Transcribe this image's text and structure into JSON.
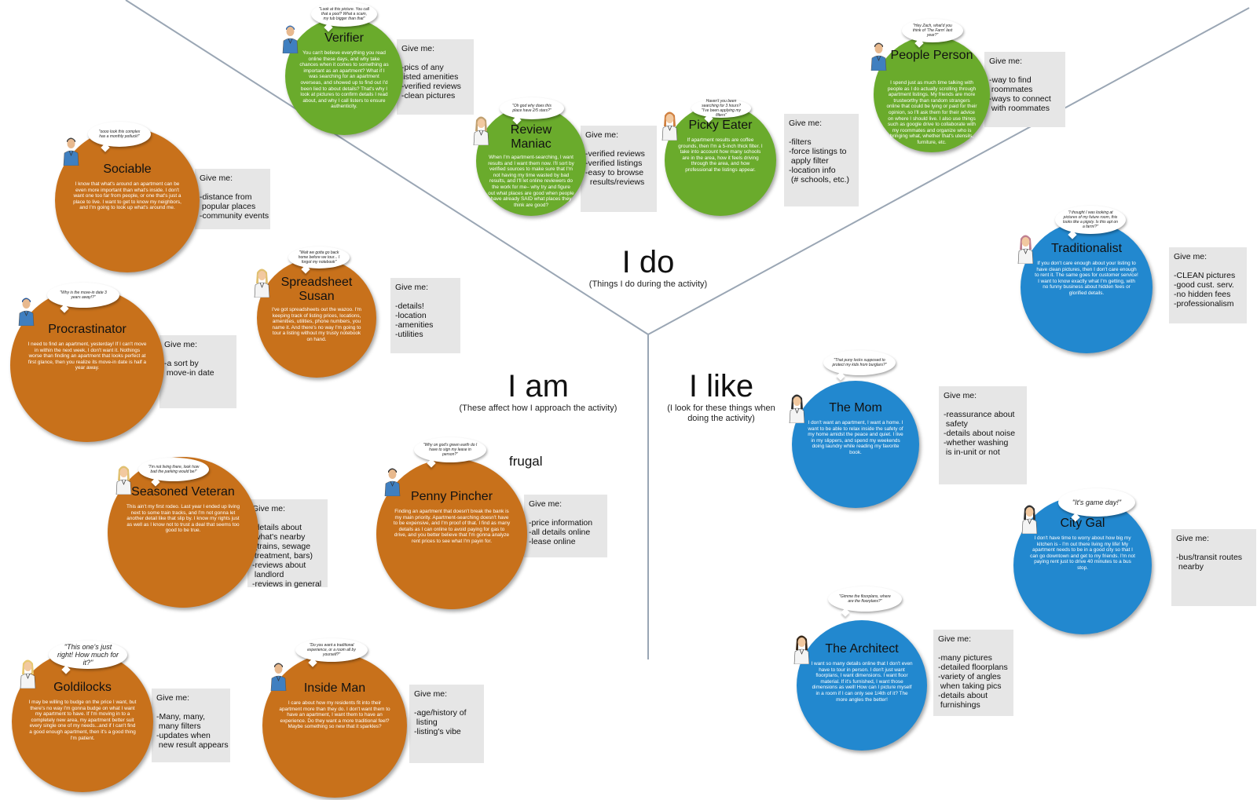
{
  "colors": {
    "orange": "#c8711b",
    "green": "#6aab2c",
    "blue": "#2288cf",
    "panel": "#e6e6e6",
    "lines": "#9aa6b4"
  },
  "sections": {
    "do": {
      "title": "I do",
      "subtitle": "(Things I do during the activity)"
    },
    "am": {
      "title": "I am",
      "subtitle": "(These affect how I approach the activity)"
    },
    "like": {
      "title": "I like",
      "subtitle": "(I look for these things when doing the activity)"
    }
  },
  "extra_label": "frugal",
  "personas": [
    {
      "id": "verifier",
      "name": "Verifier",
      "color": "green",
      "quote": "\"Look at this picture. You call that a pool? What a scam, my tub bigger than that\"",
      "description": "You can't believe everything you read online these days, and why take chances when it comes to something as important as an apartment? What if I was searching for an apartment overseas, and showed up to find out I'd been lied to about details? That's why I look at pictures to confirm details I read about, and why I call listers to ensure authenticity.",
      "give_label": "Give me:",
      "give_items": [
        "-pics of any",
        "listed amenities",
        "-verified reviews",
        "-clean pictures"
      ]
    },
    {
      "id": "review-maniac",
      "name": "Review Maniac",
      "color": "green",
      "quote": "\"Oh god why does this place have 2/5 stars?\"",
      "description": "When I'm apartment-searching, I want results and I want them now. I'll sort by verified sources to make sure that I'm not having my time wasted by bad results, and I'll let online reviewers do the work for me– why try and figure out what places are good when people have already SAID what places they think are good?",
      "give_label": "Give me:",
      "give_items": [
        "-verified reviews",
        "-verified listings",
        "-easy to browse",
        "  results/reviews"
      ]
    },
    {
      "id": "picky-eater",
      "name": "Picky Eater",
      "color": "green",
      "quote": "Haven't you been searching for 3 hours? \"I've been applying my filters\"",
      "description": "If apartment results are coffee grounds, then I'm a 5-inch thick filter. I take into account how many schools are in the area, how it feels driving through the area, and how professional the listings appear.",
      "give_label": "Give me:",
      "give_items": [
        "-filters",
        "-force listings to",
        " apply filter",
        "-location info",
        " (# schools, etc.)"
      ]
    },
    {
      "id": "people-person",
      "name": "People Person",
      "color": "green",
      "quote": "\"Hey Zach, what'd you think of 'The Farm' last year?\"",
      "description": "I spend just as much time talking with people as I do actually scrolling through apartment listings. My friends are more trustworthy than random strangers online that could be lying or paid for their opinion, so I'll ask them for their advice on where I should live. I also use things such as google drive to collaborate with my roommates and organize who is bringing what, whether that's utensils, furniture, etc.",
      "give_label": "Give me:",
      "give_items": [
        "-way to find",
        " roommates",
        "-ways to connect",
        " with roommates"
      ]
    },
    {
      "id": "sociable",
      "name": "Sociable",
      "color": "orange",
      "quote": "\"oooo look this complex has a monthly potluck!\"",
      "description": "I know that what's around an apartment can be even more important than what's inside. I don't want one too far from people, or one that's just a place to live. I want to get to know my neighbors, and I'm going to look up what's around me.",
      "give_label": "Give me:",
      "give_items": [
        "-distance from",
        " popular places",
        "-community events"
      ]
    },
    {
      "id": "spreadsheet-susan",
      "name": "Spreadsheet Susan",
      "color": "orange",
      "quote": "\"Wait we gotta go back home before we tour... I forgot my notebook\"",
      "description": "I've got spreadsheets out the wazoo. I'm keeping track of listing prices, locations, amenities, utilities, phone numbers, you name it. And there's no way I'm going to tour a listing without my trusty notebook on hand.",
      "give_label": "Give me:",
      "give_items": [
        "-details!",
        "-location",
        "-amenities",
        "-utilities"
      ]
    },
    {
      "id": "procrastinator",
      "name": "Procrastinator",
      "color": "orange",
      "quote": "\"Why is the move-in date 3 years away!?\"",
      "description": "I need to find an apartment, yesterday! If I can't move in within the next week, I don't want it. Nothings worse than finding an apartment that looks perfect at first glance, then you realize its move-in date is half a year away.",
      "give_label": "Give me:",
      "give_items": [
        "-a sort by",
        " move-in date"
      ]
    },
    {
      "id": "seasoned-veteran",
      "name": "Seasoned Veteran",
      "color": "orange",
      "quote": "\"I'm not living there, look how bad the parking would be!\"",
      "description": "This ain't my first rodeo. Last year I ended up living next to some train tracks, and I'm not gonna let another detail like that slip by. I know my rights just as well as I know not to trust a deal that seems too good to be true.",
      "give_label": "Give me:",
      "give_items": [
        "-details about",
        " what's nearby",
        " (trains, sewage",
        " treatment, bars)",
        "-reviews about",
        " landlord",
        "-reviews in general"
      ]
    },
    {
      "id": "penny-pincher",
      "name": "Penny Pincher",
      "color": "orange",
      "quote": "\"Why on god's green earth do I have to sign my lease in person?\"",
      "description": "Finding an apartment that doesn't break the bank is my main priority. Apartment-searching doesn't have to be expensive, and I'm proof of that. I find as many details as I can online to avoid paying for gas to drive, and you better believe that I'm gonna analyze rent prices to see what I'm payin for.",
      "give_label": "Give me:",
      "give_items": [
        "-price information",
        "-all details online",
        "-lease online"
      ]
    },
    {
      "id": "goldilocks",
      "name": "Goldilocks",
      "color": "orange",
      "quote": "\"This one's just right! How much for it?\"",
      "description": "I may be willing to budge on the price I want, but there's no way I'm gonna budge on what I want my apartment to have. If I'm moving in to a completely new area, my apartment better suit every single one of my needs...and if I can't find a good enough apartment, then it's a good thing I'm patient.",
      "give_label": "Give me:",
      "give_items": [
        "-Many, many,",
        " many filters",
        "-updates when",
        " new result appears"
      ]
    },
    {
      "id": "inside-man",
      "name": "Inside Man",
      "color": "orange",
      "quote": "\"Do you want a traditional experience, or a room all by yourself?\"",
      "description": "I care about how my residents fit into their apartment more than they do. I don't want them to have an apartment, I want them to have an experience. Do they want a more traditional feel? Maybe something so new that it sparkles?",
      "give_label": "Give me:",
      "give_items": [
        "-age/history of",
        " listing",
        "-listing's vibe"
      ]
    },
    {
      "id": "traditionalist",
      "name": "Traditionalist",
      "color": "blue",
      "quote": "\"I thought I was looking at pictures of my future room, this looks like a pigsty. Is this apt on a farm!?\"",
      "description": "If you don't care enough about your listing to have clean pictures, then I don't care enough to rent it. The same goes for customer service! I want to know exactly what I'm getting, with no funny business about hidden fees or glorified details.",
      "give_label": "Give me:",
      "give_items": [
        "-CLEAN pictures",
        "-good cust. serv.",
        "-no hidden fees",
        "-professionalism"
      ]
    },
    {
      "id": "the-mom",
      "name": "The Mom",
      "color": "blue",
      "quote": "\"That puny locks supposed to protect my kids from burglars?\"",
      "description": "I don't want an apartment, I want a home. I want to be able to relax inside the safety of my home amidst the peace and quiet. I live in my slippers, and spend my weekends doing laundry while reading my favorite book.",
      "give_label": "Give me:",
      "give_items": [
        "-reassurance about",
        " safety",
        "-details about noise",
        "-whether washing",
        " is in-unit or not"
      ]
    },
    {
      "id": "city-gal",
      "name": "City Gal",
      "color": "blue",
      "quote": "\"It's game day!\"",
      "description": "I don't have time to worry about how big my kitchen is - I'm out there living my life! My apartment needs to be in a good city so that I can go downtown and get to my friends. I'm not paying rent just to drive 40 minutes to a bus stop.",
      "give_label": "Give me:",
      "give_items": [
        "-bus/transit routes",
        " nearby"
      ]
    },
    {
      "id": "the-architect",
      "name": "The Architect",
      "color": "blue",
      "quote": "\"Gimme the floorplans, where are the floorplans?\"",
      "description": "I want so many details online that I don't even have to tour in person. I don't just want floorplans, I want dimensions. I want floor material. If it's furnished, I want those dimensions as well! How can I picture myself in a room if I can only see 1/4th of it? The more angles the better!",
      "give_label": "Give me:",
      "give_items": [
        "-many pictures",
        "-detailed floorplans",
        "-variety of angles",
        " when taking pics",
        "-details about",
        " furnishings"
      ]
    }
  ]
}
